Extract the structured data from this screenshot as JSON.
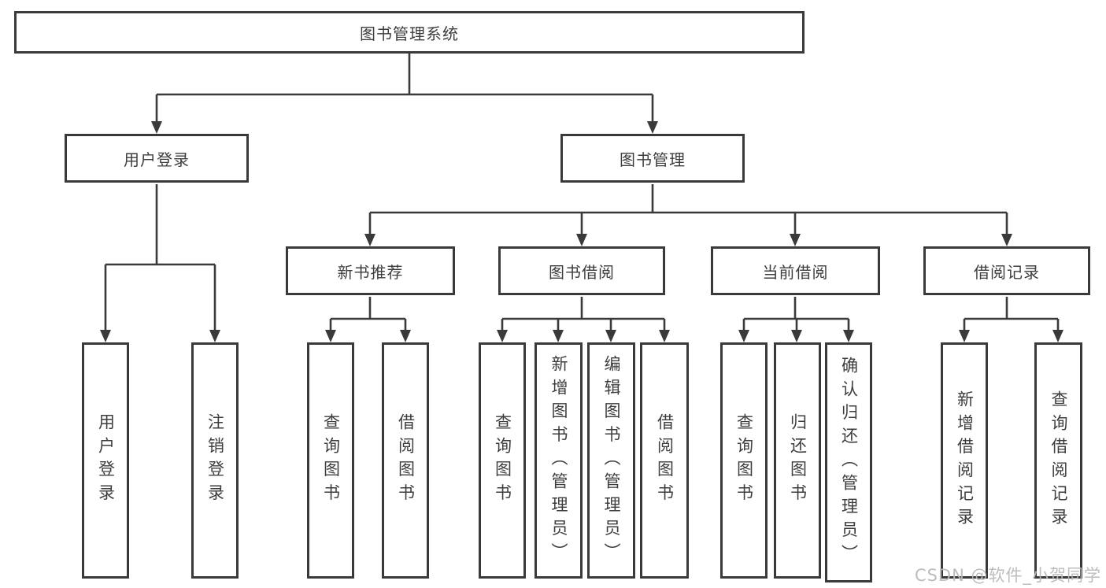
{
  "diagram": {
    "title": "图书管理系统",
    "branches": {
      "user_login": {
        "label": "用户登录",
        "children": {
          "login": "用户登录",
          "logout": "注销登录"
        }
      },
      "book_management": {
        "label": "图书管理",
        "sections": {
          "new_books": {
            "label": "新书推荐",
            "children": {
              "query": "查询图书",
              "borrow": "借阅图书"
            }
          },
          "borrowing": {
            "label": "图书借阅",
            "children": {
              "query": "查询图书",
              "add": "新增图书（管理员）",
              "edit": "编辑图书（管理员）",
              "borrow": "借阅图书"
            }
          },
          "current": {
            "label": "当前借阅",
            "children": {
              "query": "查询图书",
              "return": "归还图书",
              "confirm": "确认归还（管理员）"
            }
          },
          "records": {
            "label": "借阅记录",
            "children": {
              "add": "新增借阅记录",
              "query": "查询借阅记录"
            }
          }
        }
      }
    }
  },
  "watermark": "CSDN @软件_小贺同学",
  "colors": {
    "line": "#3a3a3a",
    "text": "#3d3d3d",
    "border": "#3a3a3a",
    "watermark": "#b9b9b9",
    "background": "#ffffff"
  }
}
